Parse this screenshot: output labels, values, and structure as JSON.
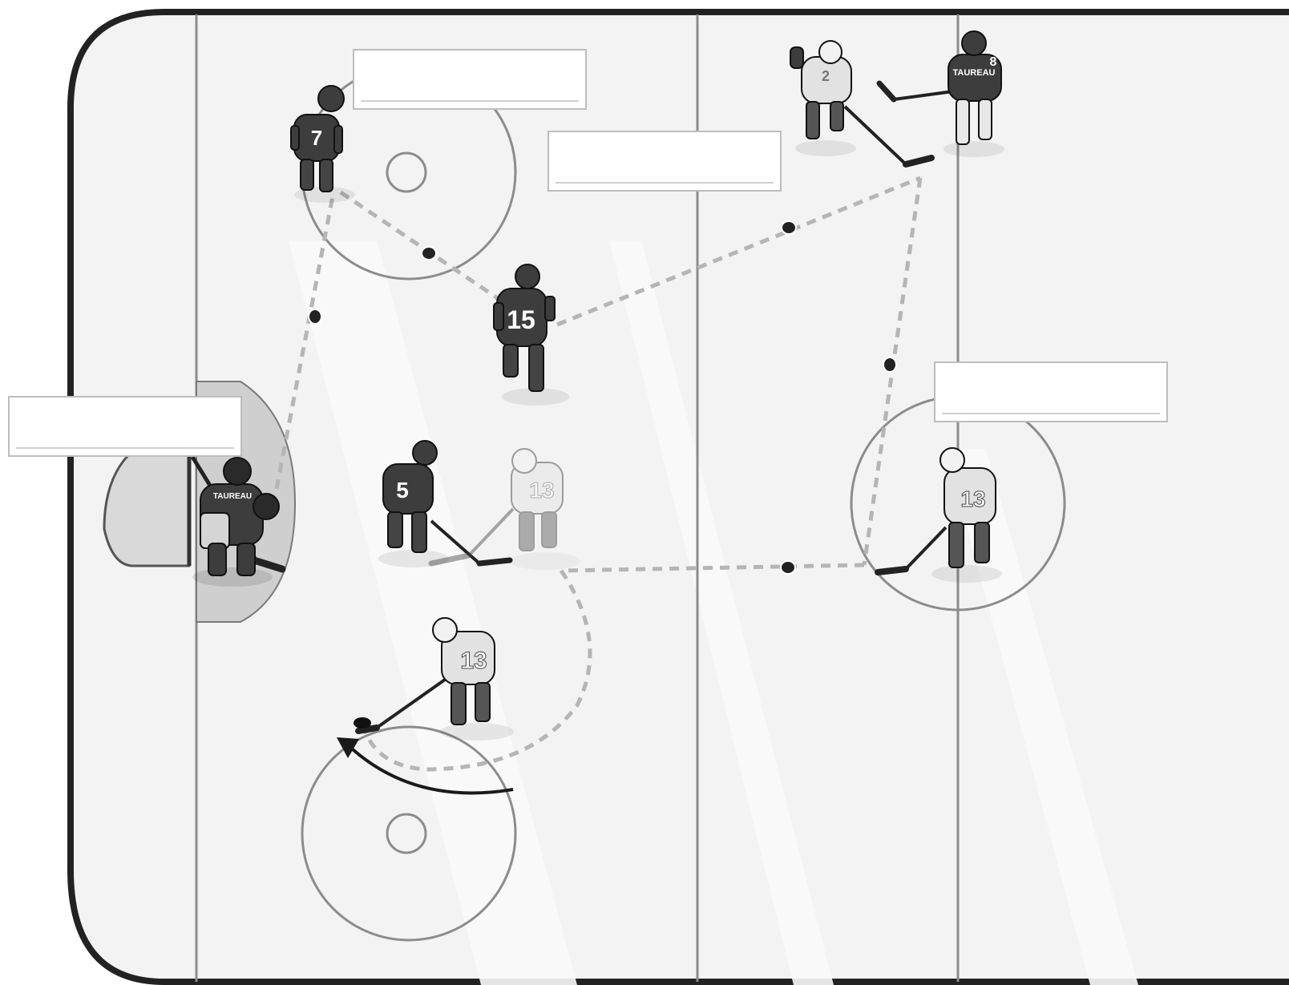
{
  "diagram": {
    "palette": {
      "ice": "#f3f3f3",
      "boards": "#222222",
      "line": "#8c8c8c",
      "crease": "#cfcfcf",
      "dark_jersey": "#3d3d3d",
      "light_jersey": "#e2e2e2",
      "pass_dash": "#b5b5b5",
      "route": "#1a1a1a"
    },
    "players": {
      "p7": {
        "number": "7"
      },
      "p15": {
        "number": "15"
      },
      "p5": {
        "number": "5"
      },
      "p13_ghost": {
        "number": "13"
      },
      "p13_puck": {
        "number": "13"
      },
      "p13_right": {
        "number": "13"
      },
      "p2": {
        "number": "2"
      },
      "p8": {
        "number": "8",
        "name": "TAUREAU"
      },
      "goalie": {
        "name": "TAUREAU"
      }
    },
    "labels": {
      "a": "",
      "b": "",
      "c": "",
      "d": ""
    }
  }
}
